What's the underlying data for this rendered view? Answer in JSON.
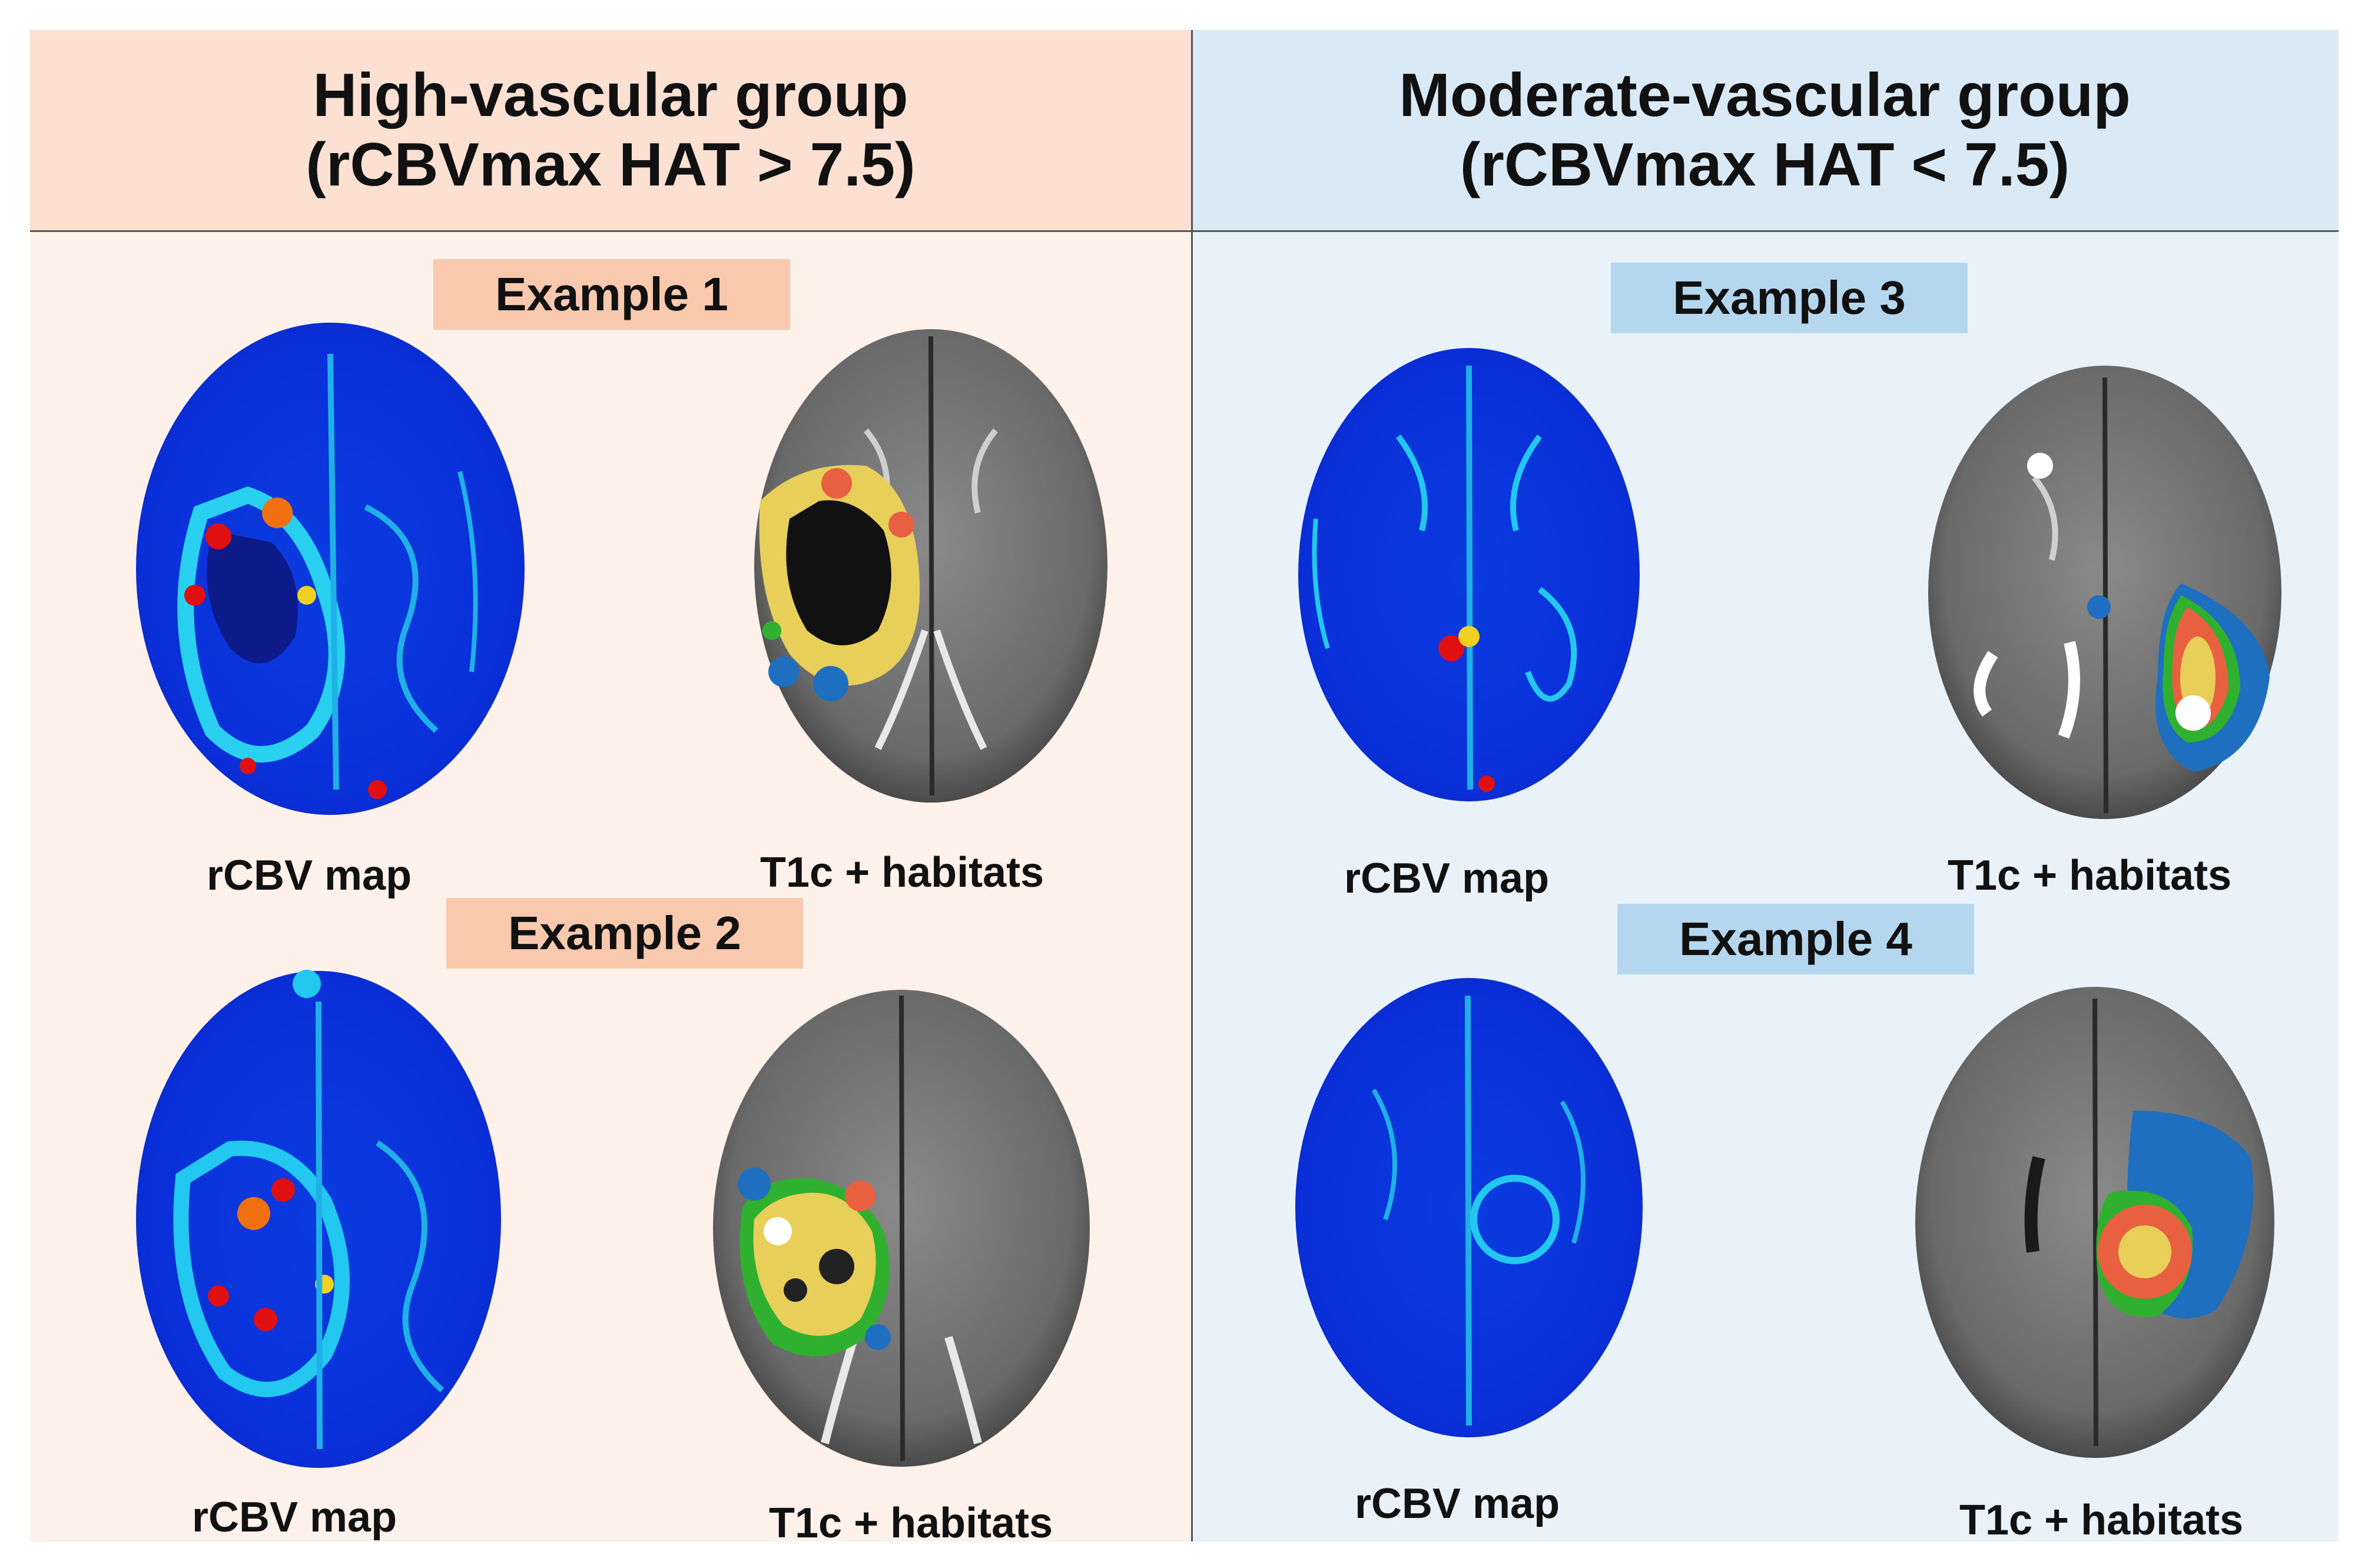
{
  "left_panel": {
    "title_line1": "High-vascular group",
    "title_line2": "(rCBVmax HAT > 7.5)",
    "examples": [
      {
        "label": "Example 1",
        "caption_left": "rCBV map",
        "caption_right": "T1c + habitats"
      },
      {
        "label": "Example 2",
        "caption_left": "rCBV map",
        "caption_right": "T1c + habitats"
      }
    ]
  },
  "right_panel": {
    "title_line1": "Moderate-vascular group",
    "title_line2": "(rCBVmax HAT < 7.5)",
    "examples": [
      {
        "label": "Example 3",
        "caption_left": "rCBV map",
        "caption_right": "T1c + habitats"
      },
      {
        "label": "Example 4",
        "caption_left": "rCBV map",
        "caption_right": "T1c + habitats"
      }
    ]
  },
  "colors": {
    "left_bg": "#fdf1ea",
    "left_header": "#fce1d2",
    "left_label": "#f8c9ad",
    "right_bg": "#e9f1f9",
    "right_header": "#dae9f6",
    "right_label": "#b4d6ee",
    "rcbv_low": "#0a2fd8",
    "rcbv_mid": "#22c8f0",
    "rcbv_high": "#e01010",
    "habitat_yellow": "#e8cf5a",
    "habitat_red": "#e86040",
    "habitat_green": "#2fb02f",
    "habitat_blue": "#1f6fc0"
  }
}
